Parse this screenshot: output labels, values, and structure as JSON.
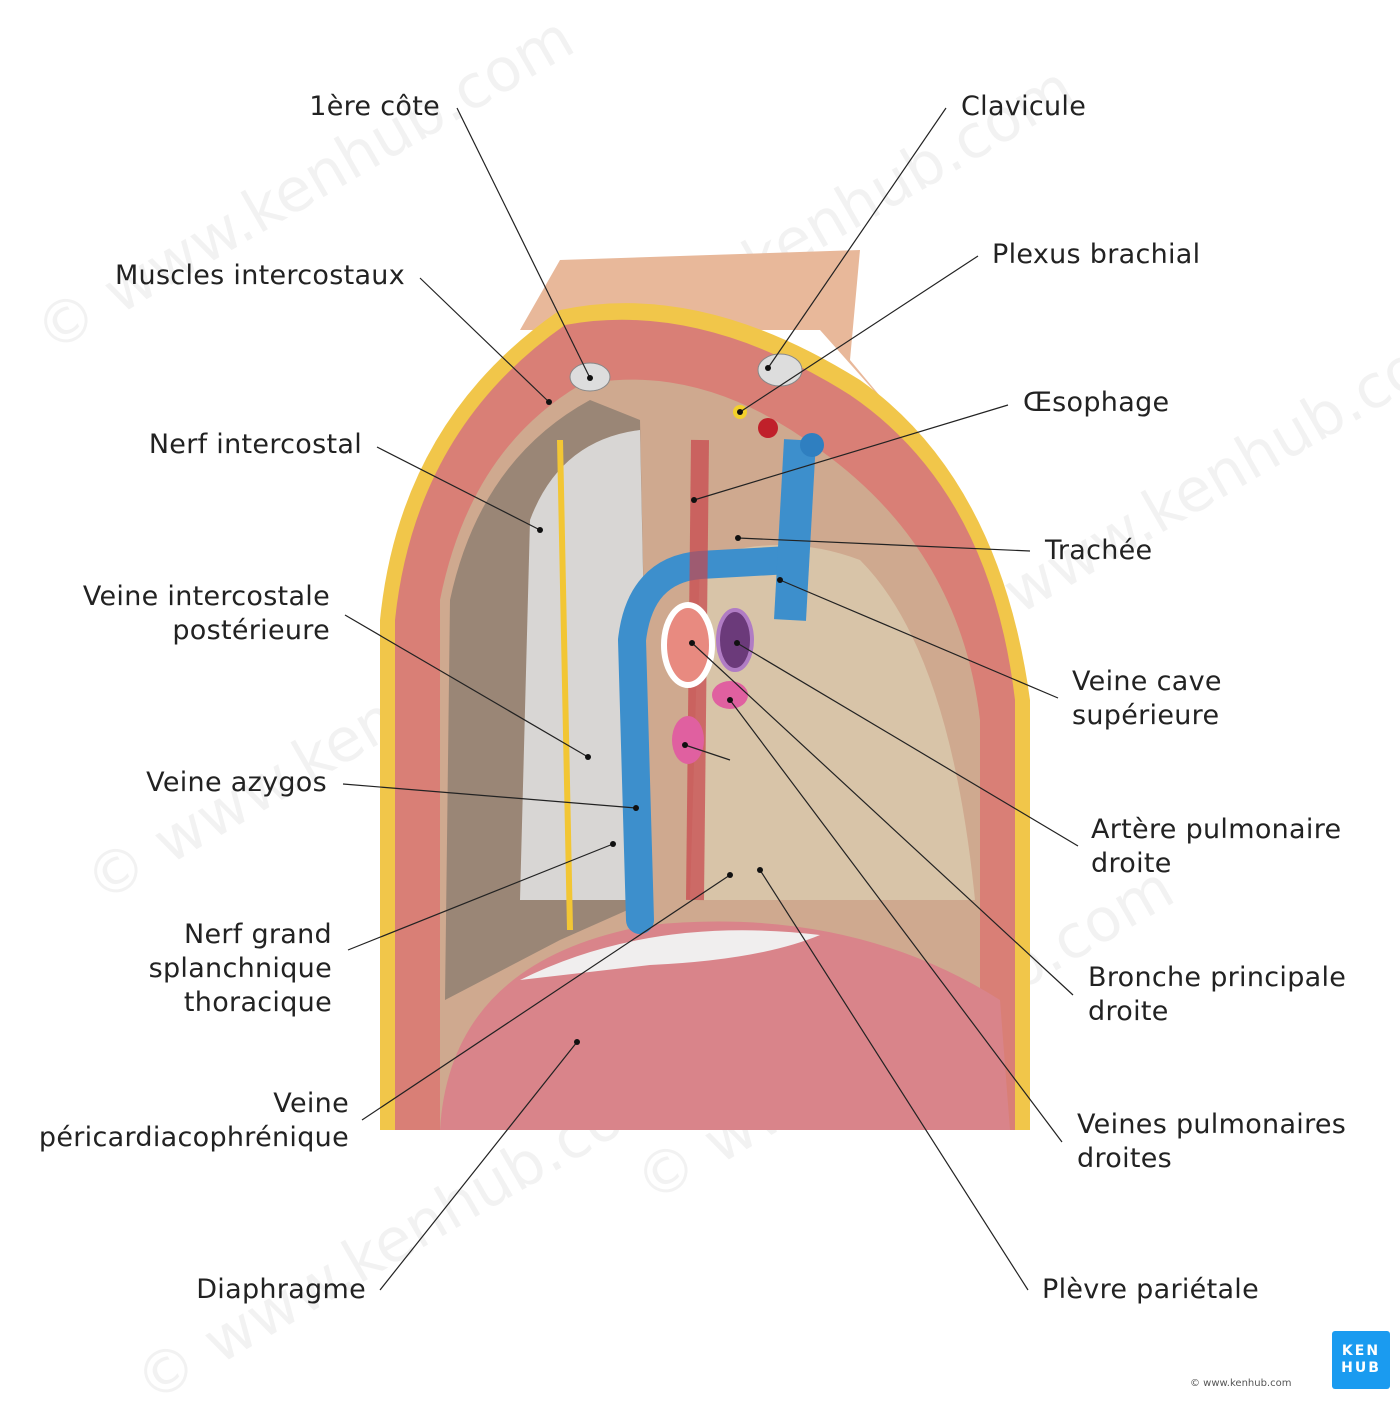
{
  "labels_left": {
    "premiere_cote": "1ère côte",
    "muscles_intercostaux": "Muscles intercostaux",
    "nerf_intercostal": "Nerf intercostal",
    "veine_intercostale_1": "Veine intercostale",
    "veine_intercostale_2": "postérieure",
    "veine_azygos": "Veine azygos",
    "nerf_splanchnique_1": "Nerf grand",
    "nerf_splanchnique_2": "splanchnique",
    "nerf_splanchnique_3": "thoracique",
    "veine_pericardio_1": "Veine",
    "veine_pericardio_2": "péricardiacophrénique",
    "diaphragme": "Diaphragme"
  },
  "labels_right": {
    "clavicule": "Clavicule",
    "plexus_brachial": "Plexus brachial",
    "oesophage": "Œsophage",
    "trachee": "Trachée",
    "vcs_1": "Veine cave",
    "vcs_2": "supérieure",
    "apd_1": "Artère pulmonaire",
    "apd_2": "droite",
    "bpd_1": "Bronche principale",
    "bpd_2": "droite",
    "vpd_1": "Veines pulmonaires",
    "vpd_2": "droites",
    "plevre": "Plèvre pariétale"
  },
  "branding": {
    "logo_line1": "KEN",
    "logo_line2": "HUB",
    "copyright": "© www.kenhub.com",
    "watermark": "© www.kenhub.com"
  }
}
